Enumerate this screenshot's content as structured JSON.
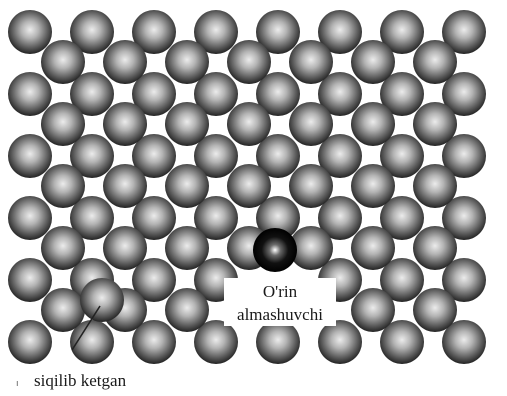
{
  "labels": {
    "substitutional_line1": "O'rin",
    "substitutional_line2": "almashuvchi",
    "interstitial": "siqilib ketgan",
    "margin_mark": "ı"
  },
  "lattice": {
    "rows_a": 6,
    "rows_b": 5,
    "cols_a": 8,
    "cols_b": 7
  },
  "colors": {
    "atom_light": "#e8e8e8",
    "atom_mid": "#8f8f8f",
    "atom_dark": "#2a2a2a",
    "substitute_core": "#ffffff",
    "substitute_dark": "#050505"
  },
  "icons": {
    "atom": "sphere-icon",
    "substitute_atom": "dark-sphere-icon",
    "pointer": "pointer-line-icon"
  }
}
